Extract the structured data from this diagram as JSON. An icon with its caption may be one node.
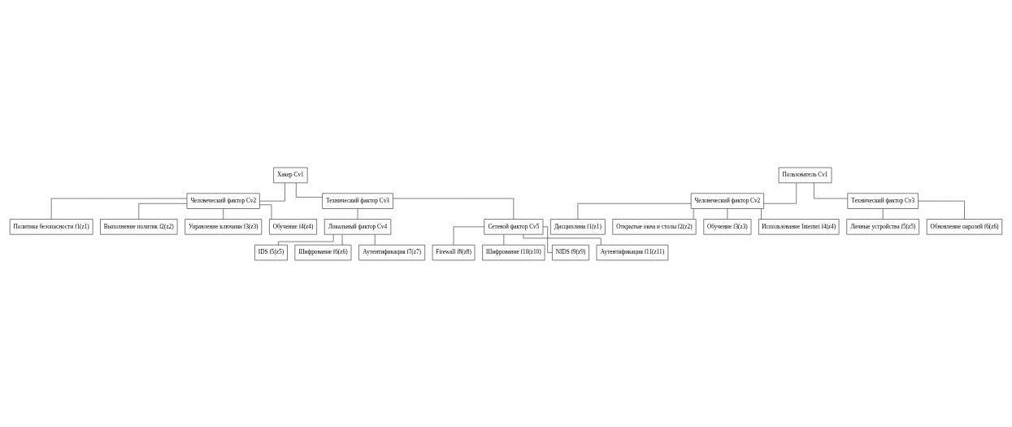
{
  "diagram": {
    "nodes": [
      {
        "text": [
          "Хакер Cv1"
        ]
      },
      {
        "text": [
          "Человеческий фактор Cv2"
        ]
      },
      {
        "text": [
          "Технический фактор Cv3"
        ]
      },
      {
        "text": [
          "Политика безопасности f1(z1)"
        ]
      },
      {
        "text": [
          "Выполнение политик f2(z2)"
        ]
      },
      {
        "text": [
          "Управление ключами f3(z3)"
        ]
      },
      {
        "text": [
          "Обучение f4(z4)"
        ]
      },
      {
        "text": [
          "Локальный фактор Cv4"
        ]
      },
      {
        "text": [
          "Сетевой фактор Cv5"
        ]
      },
      {
        "text": [
          "IDS f5(z5)"
        ]
      },
      {
        "text": [
          "Шифрование f6(z6)"
        ]
      },
      {
        "text": [
          "Аутентификация f7(z7)"
        ]
      },
      {
        "text": [
          "Firewall f8(z8)"
        ]
      },
      {
        "text": [
          "Шифрование f10(z10)"
        ]
      },
      {
        "text": [
          "NIDS f9(z9)"
        ]
      },
      {
        "text": [
          "Аутентификация f11(z11)"
        ]
      },
      {
        "text": [
          "Пользователь Cv1"
        ]
      },
      {
        "text": [
          "Человеческий фактор Cv2"
        ]
      },
      {
        "text": [
          "Технический фактор Cv3"
        ]
      },
      {
        "text": [
          "Дисциплина f1(z1)"
        ]
      },
      {
        "text": [
          "Личные устройства f5(z5)"
        ]
      },
      {
        "text": [
          "Открытые окна и столы f2(z2)"
        ]
      },
      {
        "text": [
          "Обновление паролей f6(z6)"
        ]
      },
      {
        "text": [
          "Обучение f3(z3)"
        ]
      },
      {
        "text": [
          "Использование Internet f4(z4)"
        ]
      }
    ],
    "edges": [
      {
        "from": 0,
        "to": 1,
        "arrow": "none"
      },
      {
        "from": 0,
        "to": 2,
        "arrow": "none"
      },
      {
        "from": 1,
        "to": 3,
        "arrow": "none"
      },
      {
        "from": 1,
        "to": 4,
        "arrow": "none"
      },
      {
        "from": 1,
        "to": 5,
        "arrow": "none"
      },
      {
        "from": 1,
        "to": 6,
        "arrow": "none"
      },
      {
        "from": 2,
        "to": 7,
        "arrow": "none"
      },
      {
        "from": 2,
        "to": 8,
        "arrow": "none"
      },
      {
        "from": 7,
        "to": 9,
        "arrow": "none"
      },
      {
        "from": 7,
        "to": 10,
        "arrow": "none"
      },
      {
        "from": 7,
        "to": 11,
        "arrow": "none"
      },
      {
        "from": 8,
        "to": 12,
        "arrow": "none"
      },
      {
        "from": 8,
        "to": 14,
        "arrow": "none"
      },
      {
        "from": 8,
        "to": 13,
        "arrow": "none"
      },
      {
        "from": 8,
        "to": 15,
        "arrow": "none"
      },
      {
        "from": 16,
        "to": 17,
        "arrow": "none"
      },
      {
        "from": 16,
        "to": 18,
        "arrow": "none"
      },
      {
        "from": 17,
        "to": 19,
        "arrow": "none"
      },
      {
        "from": 17,
        "to": 21,
        "arrow": "none"
      },
      {
        "from": 17,
        "to": 23,
        "arrow": "none"
      },
      {
        "from": 17,
        "to": 24,
        "arrow": "none"
      },
      {
        "from": 18,
        "to": 20,
        "arrow": "none"
      },
      {
        "from": 18,
        "to": 22,
        "arrow": "none"
      }
    ]
  }
}
